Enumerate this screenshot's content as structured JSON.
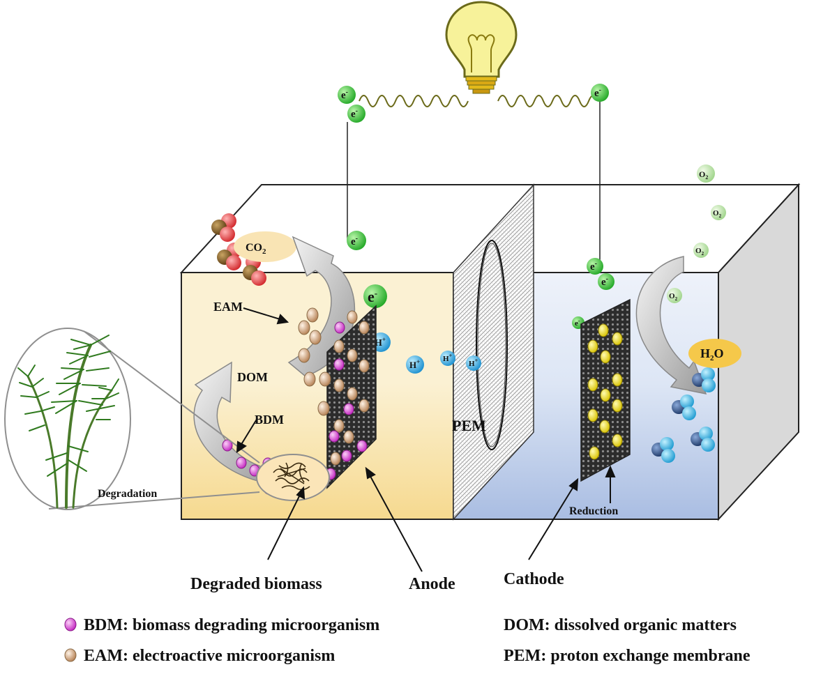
{
  "diagram": {
    "labels": {
      "co2": "CO",
      "co2_sub": "2",
      "eam": "EAM",
      "dom": "DOM",
      "bdm": "BDM",
      "degradation": "Degradation",
      "pem": "PEM",
      "h2o_a": "H",
      "h2o_sub": "2",
      "h2o_b": "O",
      "reduction": "Reduction",
      "degraded_biomass": "Degraded biomass",
      "anode": "Anode",
      "cathode": "Cathode"
    },
    "symbols": {
      "electron": "e",
      "electron_sup": "-",
      "proton": "H",
      "proton_sup": "+",
      "oxygen": "O",
      "oxygen_sub": "2"
    },
    "legend": [
      {
        "text": "BDM: biomass degrading microorganism",
        "swatch": "#d94fd6"
      },
      {
        "text": "EAM: electroactive microorganism",
        "swatch": "#d8b08a"
      }
    ],
    "definitions": [
      {
        "text": "DOM: dissolved organic matters"
      },
      {
        "text": "PEM: proton exchange membrane"
      }
    ],
    "colors": {
      "anode_chamber": "#f9e7b8",
      "cathode_chamber": "#b6c7e6",
      "electron": "#39c43b",
      "proton": "#29a9dc",
      "bdm": "#d94fd6",
      "eam": "#d8b08a",
      "cathode_bacteria": "#f2e100",
      "bulb": "#f4ef7a"
    }
  }
}
